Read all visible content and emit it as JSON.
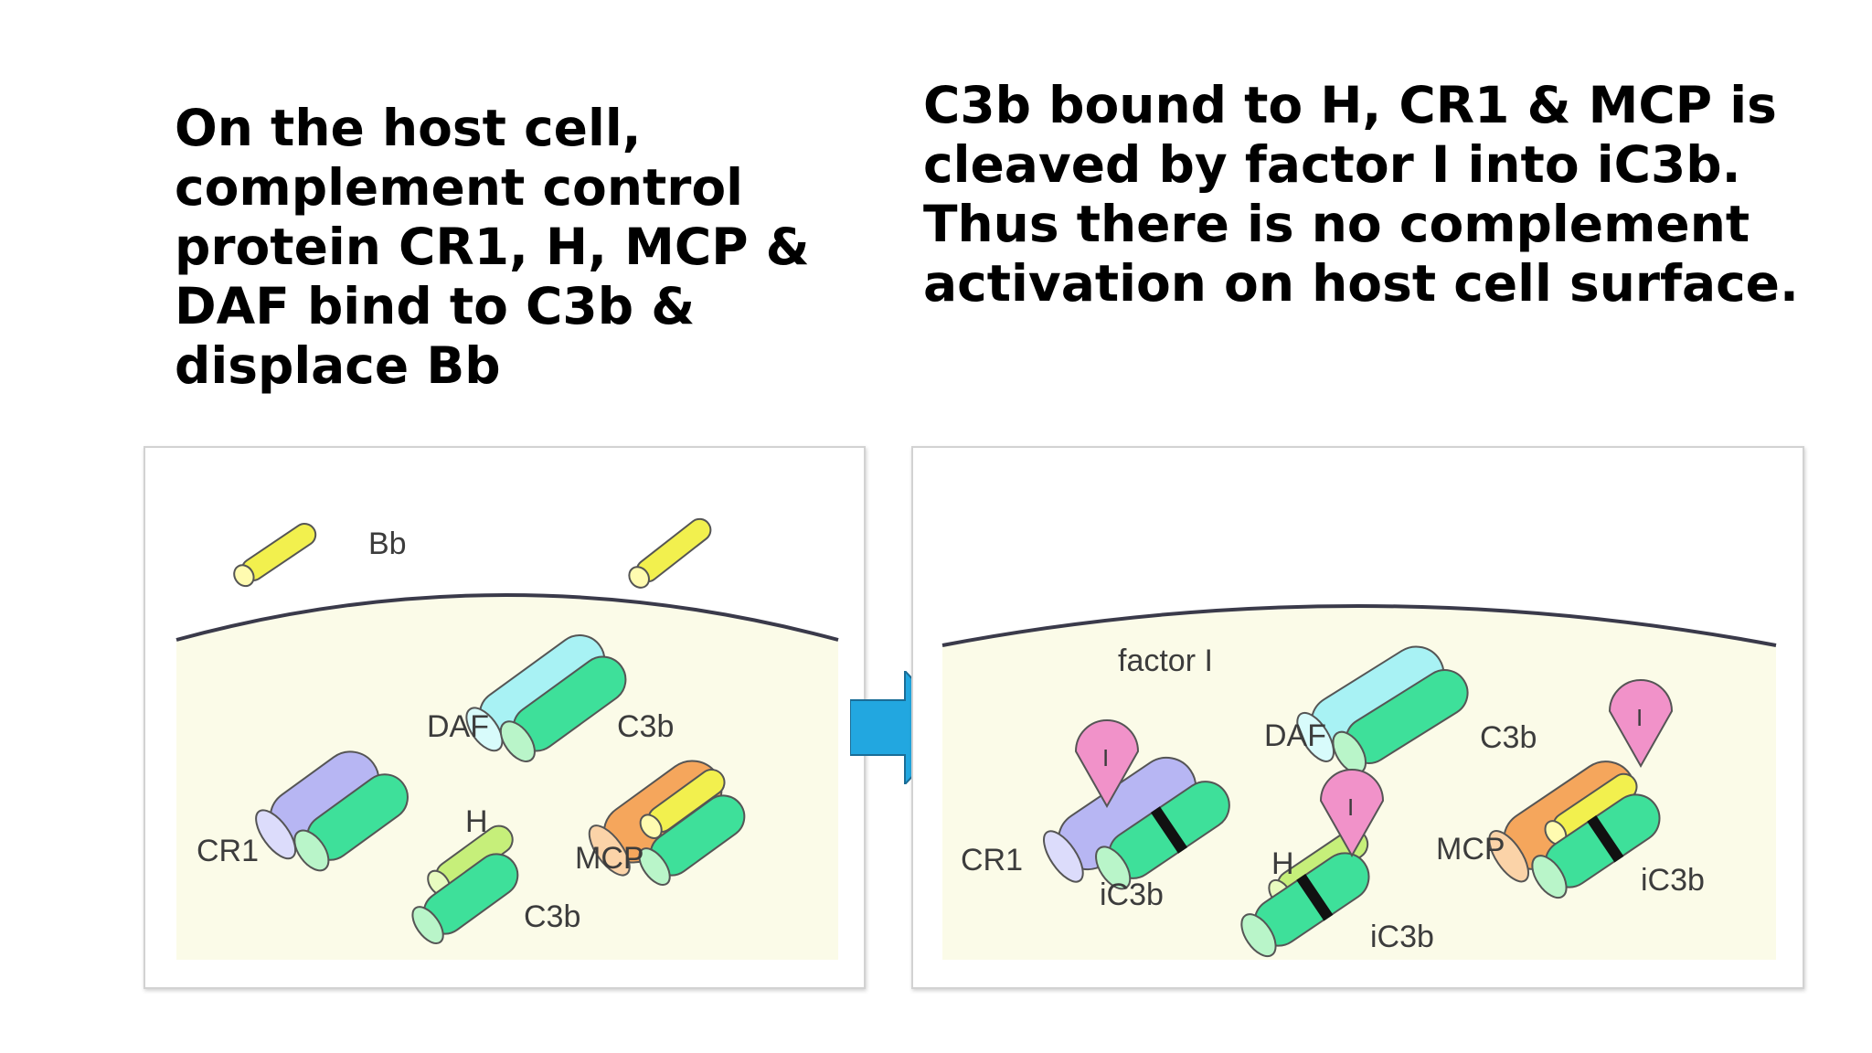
{
  "captions": {
    "left": [
      "On the host cell,",
      "complement control",
      "protein CR1, H, MCP &",
      "DAF bind to C3b &",
      "displace Bb"
    ],
    "right": [
      "C3b bound to H, CR1 & MCP is",
      "cleaved by factor I into iC3b.",
      "Thus there is no complement",
      "activation on host cell surface."
    ]
  },
  "left_diagram": {
    "labels": {
      "bb": "Bb",
      "daf": "DAF",
      "c3b_daf": "C3b",
      "cr1": "CR1",
      "h": "H",
      "c3b_h": "C3b",
      "mcp": "MCP"
    }
  },
  "right_diagram": {
    "labels": {
      "factor_i": "factor I",
      "daf": "DAF",
      "c3b": "C3b",
      "cr1": "CR1",
      "ic3b_cr1": "iC3b",
      "h": "H",
      "ic3b_h": "iC3b",
      "mcp": "MCP",
      "ic3b_mcp": "iC3b"
    },
    "factor_i_marker": "I"
  },
  "colors": {
    "cell_interior": "#fbfbe8",
    "membrane": "#3a3a4a",
    "bb": "#f2f04e",
    "c3b": "#3ee09a",
    "daf": "#a8f2f4",
    "cr1": "#b7b6f3",
    "h": "#c6ef7a",
    "mcp": "#f5a65c",
    "factor_i": "#f192c9",
    "arrow": "#22a7e0"
  }
}
